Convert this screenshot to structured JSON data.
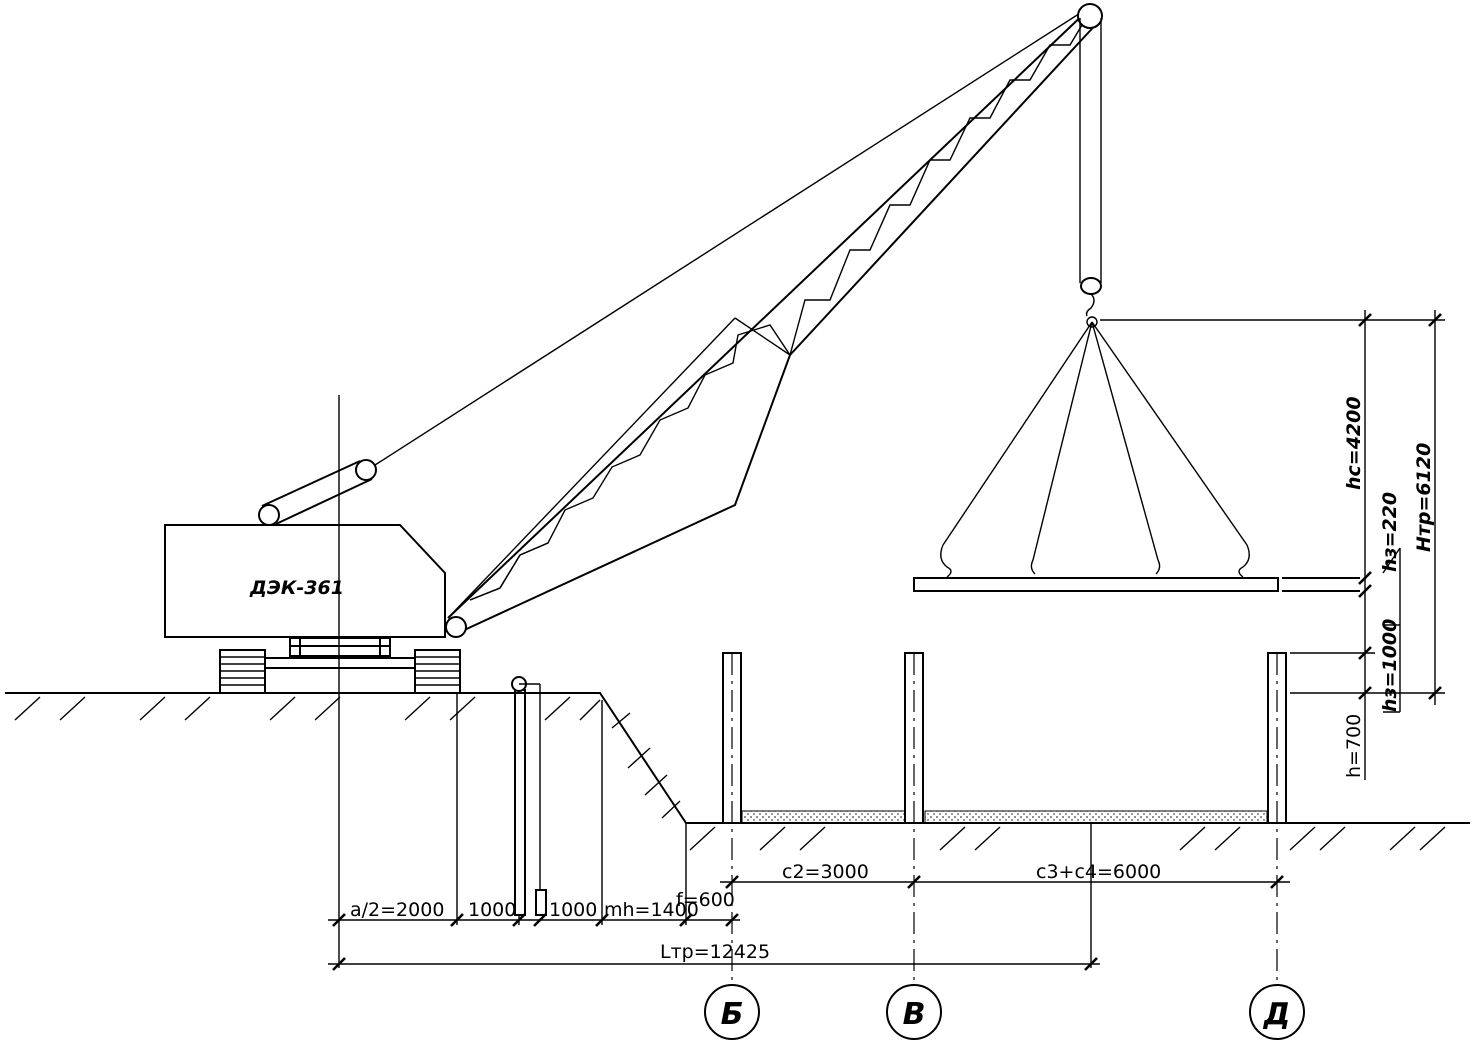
{
  "crane": {
    "model": "ДЭК-361"
  },
  "dimensions": {
    "half_a": "a/2=2000",
    "gap1": "1000",
    "gap2": "1000",
    "slope": "mh=1400",
    "offset": "f=600",
    "c2": "c2=3000",
    "c3c4": "c3+c4=6000",
    "boom_reach": "Lтр=12425",
    "hc": "hc=4200",
    "hz_small": "hз=220",
    "hz_big": "hз=1000",
    "h_col": "h=700",
    "H_total": "Hтр=6120"
  },
  "axes": [
    "Б",
    "В",
    "Д"
  ]
}
